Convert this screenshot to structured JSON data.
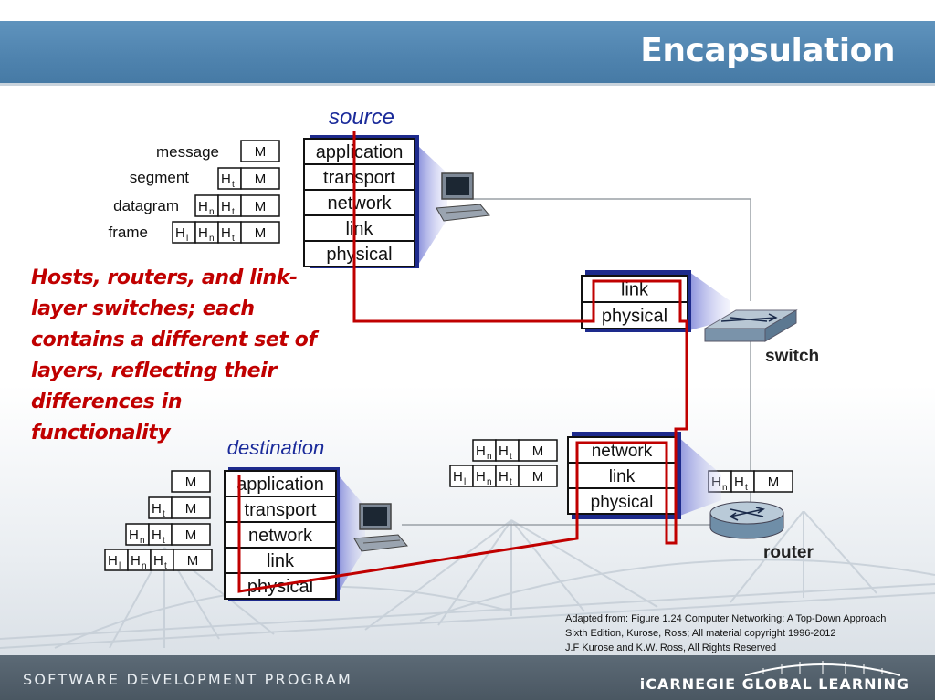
{
  "slide": {
    "title": "Encapsulation",
    "body_text": "Hosts, routers, and link-layer switches; each contains a different set of layers, reflecting their differences in functionality",
    "credit_lines": [
      "Adapted from:  Figure 1.24 Computer Networking: A Top-Down Approach",
      "Sixth Edition, Kurose, Ross; All material copyright 1996-2012",
      "J.F Kurose and K.W. Ross, All Rights Reserved"
    ],
    "footer_left": "SOFTWARE DEVELOPMENT PROGRAM",
    "footer_right": "iCARNEGIE GLOBAL LEARNING"
  },
  "diagram": {
    "source_label": "source",
    "destination_label": "destination",
    "switch_label": "switch",
    "router_label": "router",
    "pdu_labels": [
      "message",
      "segment",
      "datagram",
      "frame"
    ],
    "source_layers": [
      "application",
      "transport",
      "network",
      "link",
      "physical"
    ],
    "destination_layers": [
      "application",
      "transport",
      "network",
      "link",
      "physical"
    ],
    "switch_layers": [
      "link",
      "physical"
    ],
    "router_layers": [
      "network",
      "link",
      "physical"
    ],
    "headers": {
      "message": "M",
      "transport": "H",
      "transport_sub": "t",
      "network": "H",
      "network_sub": "n",
      "link": "H",
      "link_sub": "l"
    }
  },
  "colors": {
    "title_bar": "#4f83ae",
    "body_text": "#c00000",
    "path_line": "#c00000",
    "footer": "#4a5762",
    "stack_shadow": "#1d2a8c"
  }
}
